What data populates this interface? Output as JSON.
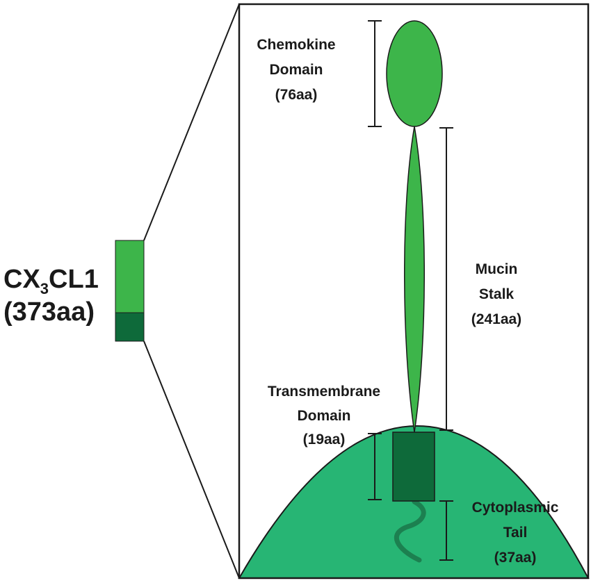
{
  "protein": {
    "name_main": "CX",
    "name_sub": "3",
    "name_end": "CL1",
    "length": "(373aa)"
  },
  "domains": {
    "chemokine": {
      "line1": "Chemokine",
      "line2": "Domain",
      "length": "(76aa)"
    },
    "mucin": {
      "line1": "Mucin",
      "line2": "Stalk",
      "length": "(241aa)"
    },
    "transmembrane": {
      "line1": "Transmembrane",
      "line2": "Domain",
      "length": "(19aa)"
    },
    "cytoplasmic": {
      "line1": "Cytoplasmic",
      "line2": "Tail",
      "length": "(37aa)"
    }
  },
  "colors": {
    "chemokine_light": "#3db54a",
    "mucin_green": "#3db54a",
    "transmembrane_dark": "#0e6a3a",
    "membrane": "#27b574",
    "tail": "#1c8050"
  }
}
